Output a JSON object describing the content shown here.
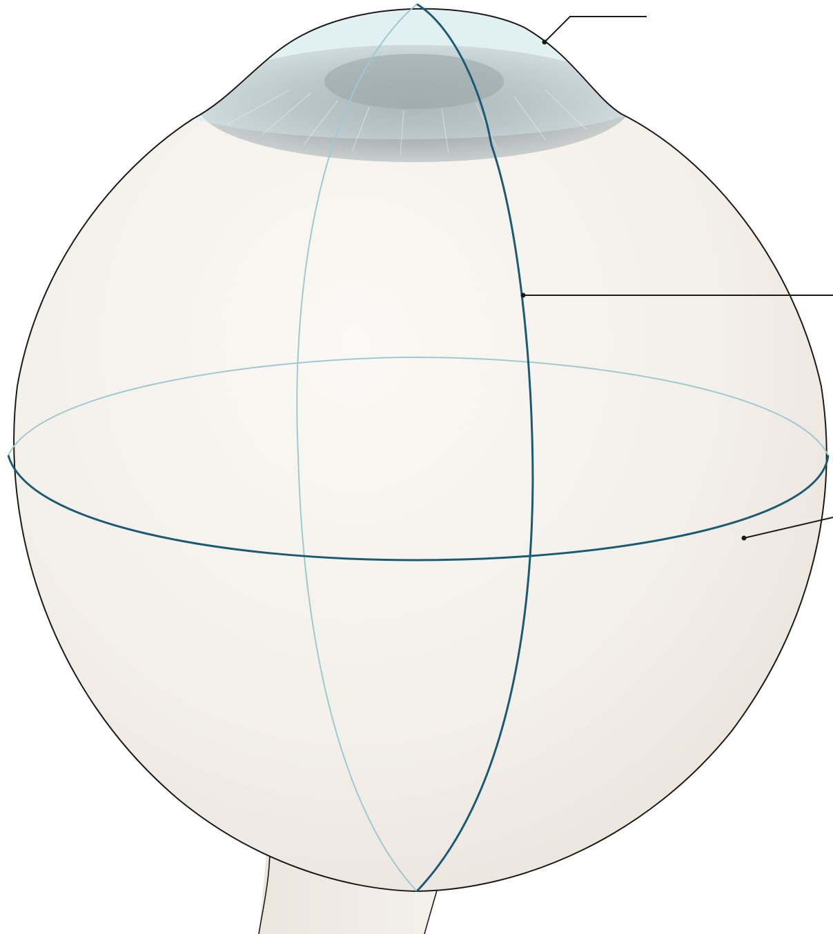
{
  "colors": {
    "background": "#ffffff",
    "globe_fill": "#f4f1ec",
    "globe_outline": "#1a1a1a",
    "cornea_tint": "#dceff3",
    "iris": "#8f9a9c",
    "pupil": "#6f7a7c",
    "meridian_line": "#1a5a72",
    "equator_line": "#1a5a72",
    "hidden_line": "#9fc9d0",
    "leader_line": "#1a1a1a"
  },
  "leaders": [
    {
      "id": "leader-cornea",
      "label": ""
    },
    {
      "id": "leader-meridian",
      "label": ""
    },
    {
      "id": "leader-equator",
      "label": ""
    }
  ]
}
